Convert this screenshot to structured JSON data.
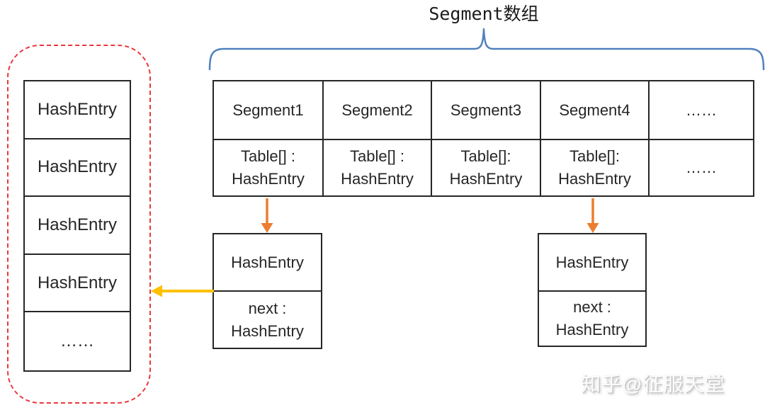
{
  "title": "Segment数组",
  "watermark": "知乎@征服天堂",
  "colors": {
    "brace_blue": "#4f81bd",
    "box_border": "#262626",
    "dashed_red": "#e8383d",
    "down_arrow_orange": "#ed7d31",
    "left_arrow_yellow": "#ffc000"
  },
  "segment_table": {
    "columns": [
      {
        "header": "Segment1",
        "cell": "Table[] :\nHashEntry"
      },
      {
        "header": "Segment2",
        "cell": "Table[] :\nHashEntry"
      },
      {
        "header": "Segment3",
        "cell": "Table[]:\nHashEntry"
      },
      {
        "header": "Segment4",
        "cell": "Table[]:\nHashEntry"
      },
      {
        "header": "……",
        "cell": "……"
      }
    ]
  },
  "left_bucket": {
    "items": [
      "HashEntry",
      "HashEntry",
      "HashEntry",
      "HashEntry",
      "……"
    ]
  },
  "node_left": {
    "title": "HashEntry",
    "next": "next :\nHashEntry"
  },
  "node_right": {
    "title": "HashEntry",
    "next": "next :\nHashEntry"
  }
}
